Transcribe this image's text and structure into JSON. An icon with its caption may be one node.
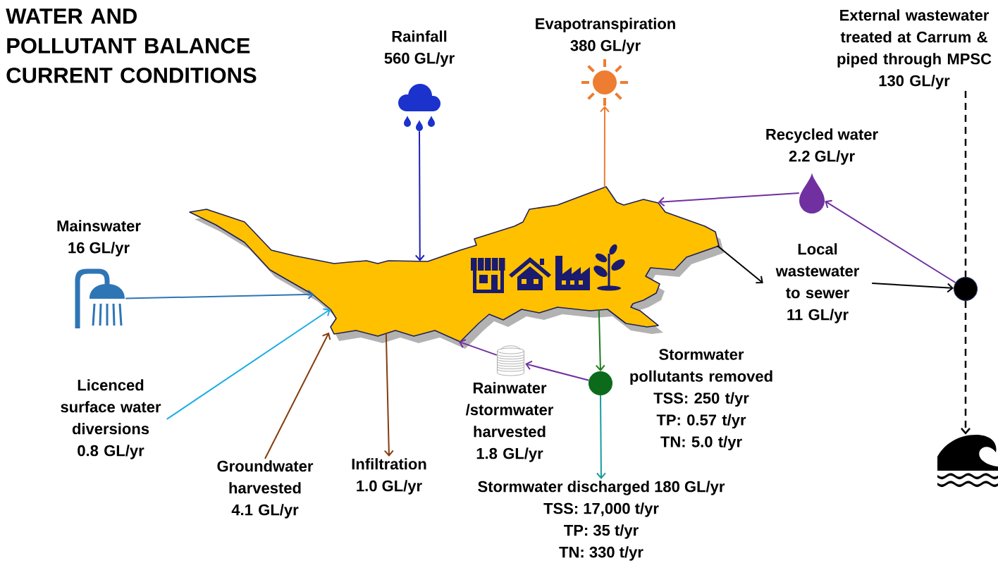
{
  "diagram": {
    "title": "WATER AND POLLUTANT BALANCE CURRENT CONDITIONS",
    "nodes": [
      {
        "text": [
          "Rainfall",
          "560 GL/yr"
        ]
      },
      {
        "text": [
          "Evapotranspiration",
          "380 GL/yr"
        ]
      },
      {
        "text": [
          "External wastewater treated at Carrum & piped through MPSC",
          "130 GL/yr"
        ]
      },
      {
        "text": [
          "Recycled water",
          "2.2 GL/yr"
        ]
      },
      {
        "text": [
          "Mainswater",
          "16 GL/yr"
        ]
      },
      {
        "text": [],
        "shape": "picture"
      },
      {
        "text": [
          "Local wastewater to sewer",
          "11 GL/yr"
        ]
      },
      {
        "text": [],
        "shape": "circle"
      },
      {
        "text": [
          "Licenced surface water diversions",
          "0.8 GL/yr"
        ]
      },
      {
        "text": [],
        "shape": "circle",
        "beside": [
          "Stormwater pollutants removed",
          "TSS: 250 t/yr",
          "TP: 0.57 t/yr",
          "TN: 5.0 t/yr"
        ]
      },
      {
        "text": [
          "Rainwater /stormwater harvested",
          "1.8 GL/yr"
        ]
      },
      {
        "text": [
          "Groundwater harvested",
          "4.1 GL/yr"
        ]
      },
      {
        "text": [
          "Infiltration",
          "1.0 GL/yr"
        ]
      },
      {
        "text": [],
        "shape": "picture"
      },
      {
        "text": [
          "Stormwater discharged 180 GL/yr",
          "TSS: 17,000 t/yr",
          "TP: 35 t/yr",
          "TN: 330 t/yr"
        ]
      }
    ],
    "edges": [
      {
        "from": 0,
        "to": 5,
        "arrow": "to",
        "color": "#2020b0"
      },
      {
        "from": 5,
        "to": 1,
        "arrow": "to",
        "color": "#ed7d31"
      },
      {
        "from": 3,
        "to": 5,
        "arrow": "to",
        "color": "#7030a0"
      },
      {
        "from": 7,
        "to": 3,
        "arrow": "to",
        "color": "#7030a0"
      },
      {
        "from": 4,
        "to": 5,
        "arrow": "to",
        "color": "#2e75b6"
      },
      {
        "from": 5,
        "to": 6,
        "arrow": "to",
        "color": "#000000"
      },
      {
        "from": 6,
        "to": 7,
        "arrow": "to",
        "color": "#000000"
      },
      {
        "from": 2,
        "to": 7,
        "arrow": "none",
        "style": "dashed",
        "color": "#000000"
      },
      {
        "from": 7,
        "to": 13,
        "arrow": "to",
        "style": "dashed",
        "color": "#000000"
      },
      {
        "from": 8,
        "to": 5,
        "arrow": "to",
        "color": "#1cade4"
      },
      {
        "from": 11,
        "to": 5,
        "arrow": "to",
        "color": "#843c0c"
      },
      {
        "from": 5,
        "to": 12,
        "arrow": "to",
        "color": "#843c0c"
      },
      {
        "from": 5,
        "to": 9,
        "arrow": "to",
        "color": "#1e7b1e"
      },
      {
        "from": 9,
        "to": 10,
        "arrow": "to",
        "color": "#7030a0"
      },
      {
        "from": 10,
        "to": 5,
        "arrow": "to",
        "color": "#7030a0"
      },
      {
        "from": 9,
        "to": 14,
        "arrow": "to",
        "color": "#1a9b9b"
      }
    ]
  }
}
